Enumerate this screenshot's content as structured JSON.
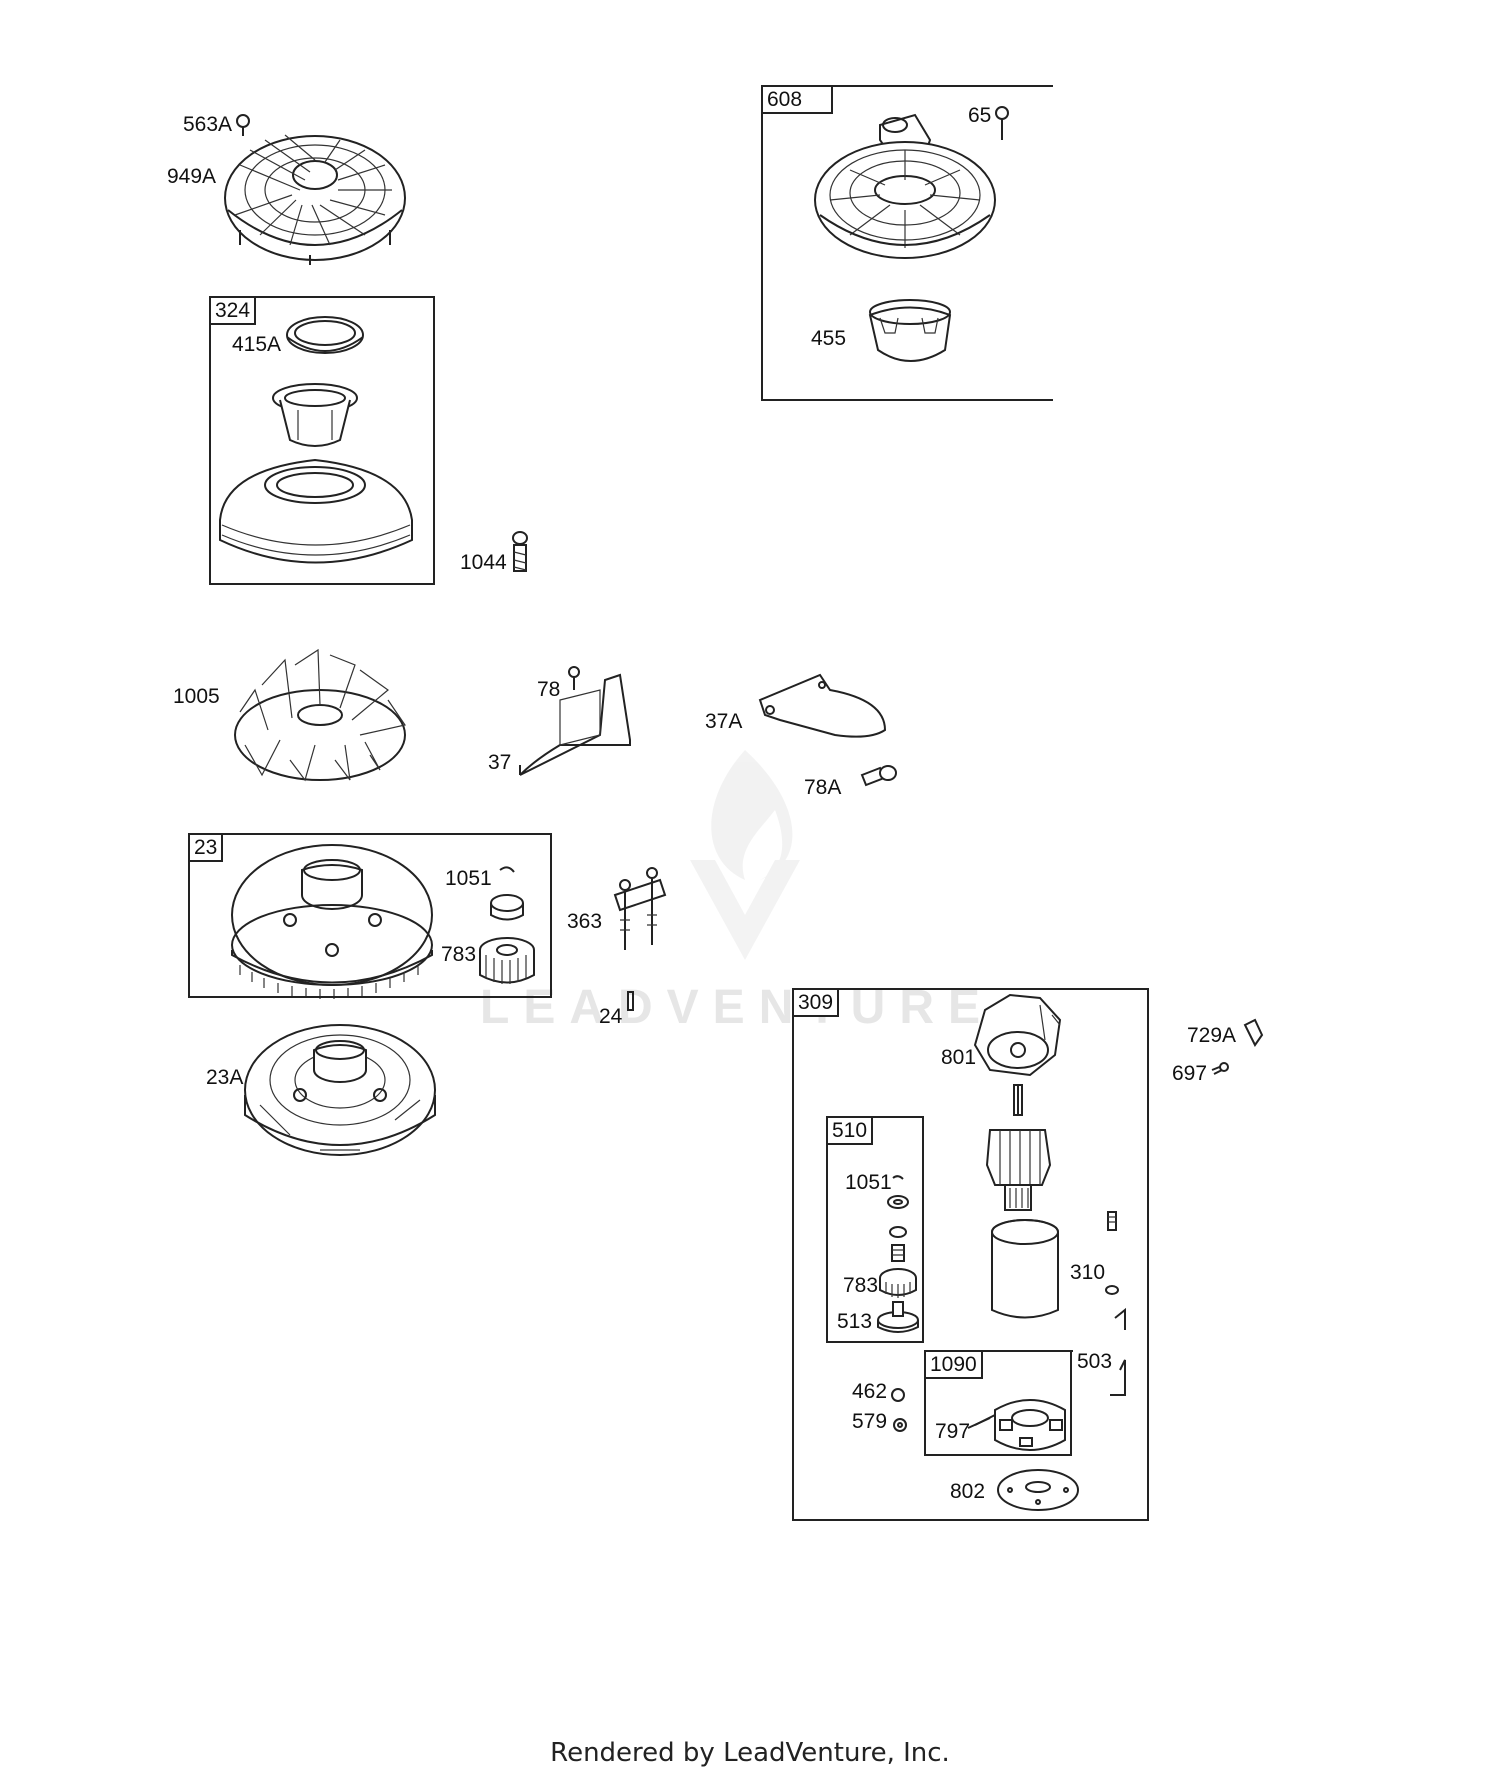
{
  "diagram": {
    "part_labels": {
      "p563A": "563A",
      "p949A": "949A",
      "p415A": "415A",
      "p1044": "1044",
      "p608_65": "65",
      "p455": "455",
      "p1005": "1005",
      "p78": "78",
      "p37": "37",
      "p37A": "37A",
      "p78A": "78A",
      "p1051": "1051",
      "p783": "783",
      "p363": "363",
      "p24": "24",
      "p23A": "23A",
      "p729A": "729A",
      "p697": "697",
      "p801": "801",
      "p510_1051": "1051",
      "p510_783": "783",
      "p513": "513",
      "p310": "310",
      "p503": "503",
      "p462": "462",
      "p579": "579",
      "p797": "797",
      "p802": "802"
    },
    "box_labels": {
      "b324": "324",
      "b608": "608",
      "b23": "23",
      "b309": "309",
      "b510": "510",
      "b1090": "1090"
    },
    "watermark_icon": "leadventure-flame-logo",
    "watermark_text": "LEADVENTURE"
  },
  "footer": {
    "text": "Rendered by LeadVenture, Inc."
  }
}
